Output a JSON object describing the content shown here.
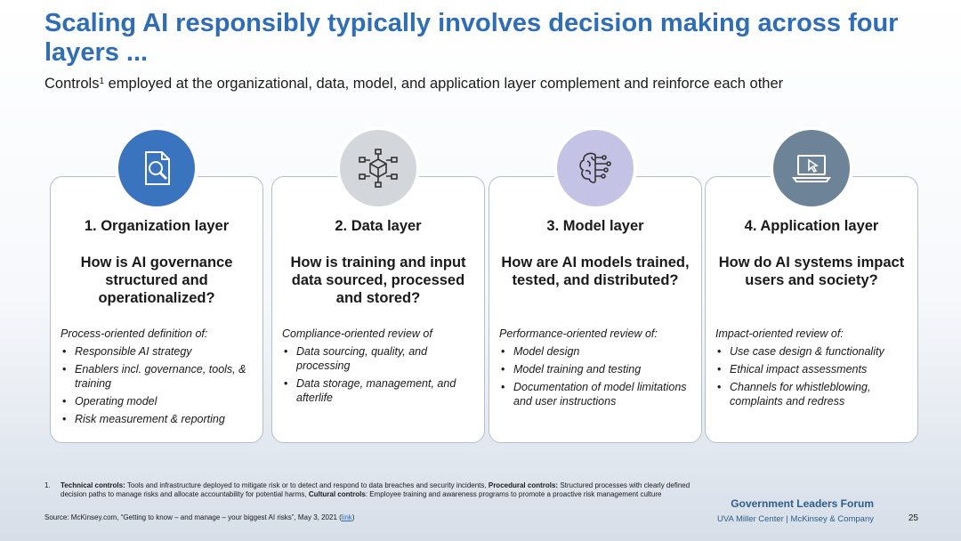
{
  "title": "Scaling AI responsibly typically involves decision making across four layers ...",
  "subtitle": {
    "before": "Controls",
    "sup": "1",
    "after": " employed at the organizational, data, model, and application layer complement and reinforce each other"
  },
  "colors": {
    "title": "#2f6db5",
    "icon_org": "#3a74bf",
    "icon_data": "#d3d7dc",
    "icon_model": "#c4c3e6",
    "icon_app": "#6d8397"
  },
  "cards": [
    {
      "icon": "document-search-icon",
      "title": "1. Organization layer",
      "question": "How is AI governance structured and operationalized?",
      "review": "Process-oriented definition of:",
      "bullets": [
        "Responsible AI strategy",
        "Enablers incl. governance, tools, & training",
        "Operating model",
        "Risk measurement & reporting"
      ]
    },
    {
      "icon": "data-cube-network-icon",
      "title": "2. Data layer",
      "question": "How is training and input data sourced, processed and stored?",
      "review": "Compliance-oriented review of",
      "bullets": [
        "Data sourcing, quality, and processing",
        "Data storage, management, and afterlife"
      ]
    },
    {
      "icon": "brain-circuit-icon",
      "title": "3. Model layer",
      "question": "How are AI models trained, tested, and distributed?",
      "review": "Performance-oriented review of:",
      "bullets": [
        "Model design",
        "Model training and testing",
        "Documentation of model limitations and user instructions"
      ]
    },
    {
      "icon": "laptop-cursor-icon",
      "title": "4. Application layer",
      "question": "How do AI systems impact users and society?",
      "review": "Impact-oriented review of:",
      "bullets": [
        "Use case design & functionality",
        "Ethical impact assessments",
        "Channels for whistleblowing, complaints and redress"
      ]
    }
  ],
  "footnote": {
    "num": "1.",
    "tech_label": "Technical controls:",
    "tech_text": " Tools and infrastructure deployed to mitigate risk or to detect and respond to data breaches and security incidents, ",
    "proc_label": "Procedural controls:",
    "proc_text": " Structured processes with clearly defined decision paths to manage risks and allocate accountability for potential harms, ",
    "cult_label": "Cultural controls",
    "cult_text": ": Employee training and awareness programs to promote a proactive risk management culture"
  },
  "source": {
    "text": "Source: McKinsey.com, “Getting to know – and manage – your biggest AI risks”, May 3, 2021 (",
    "link": "link",
    "end": ")"
  },
  "forum": "Government Leaders Forum",
  "forum_sub": "UVA Miller Center | McKinsey & Company",
  "page": "25"
}
